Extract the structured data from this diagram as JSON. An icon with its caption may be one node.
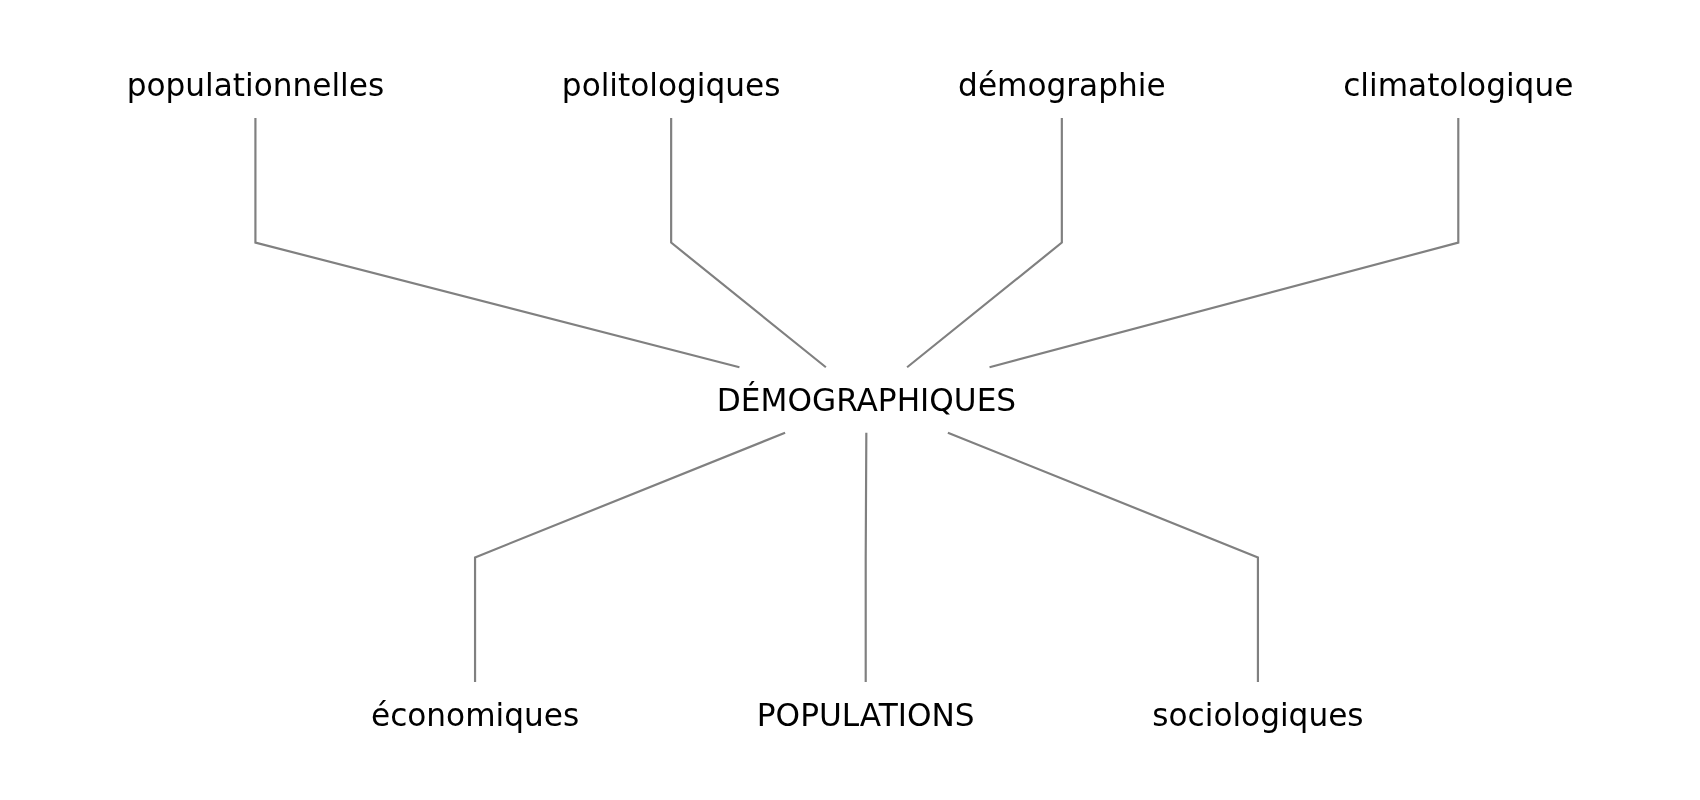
{
  "diagram": {
    "nodes": [
      {
        "text": [
          "populationnelles"
        ]
      },
      {
        "text": [
          "politologiques"
        ]
      },
      {
        "text": [
          "démographie"
        ]
      },
      {
        "text": [
          "climatologique"
        ]
      },
      {
        "text": [
          "DÉMOGRAPHIQUES"
        ]
      },
      {
        "text": [
          "économiques"
        ]
      },
      {
        "text": [
          "POPULATIONS"
        ]
      },
      {
        "text": [
          "sociologiques"
        ]
      }
    ],
    "edges": [
      {
        "from": 0,
        "to": 4,
        "arrow": "none"
      },
      {
        "from": 1,
        "to": 4,
        "arrow": "none"
      },
      {
        "from": 2,
        "to": 4,
        "arrow": "none"
      },
      {
        "from": 3,
        "to": 4,
        "arrow": "none"
      },
      {
        "from": 4,
        "to": 5,
        "arrow": "none"
      },
      {
        "from": 4,
        "to": 6,
        "arrow": "none"
      },
      {
        "from": 4,
        "to": 7,
        "arrow": "none"
      }
    ]
  }
}
